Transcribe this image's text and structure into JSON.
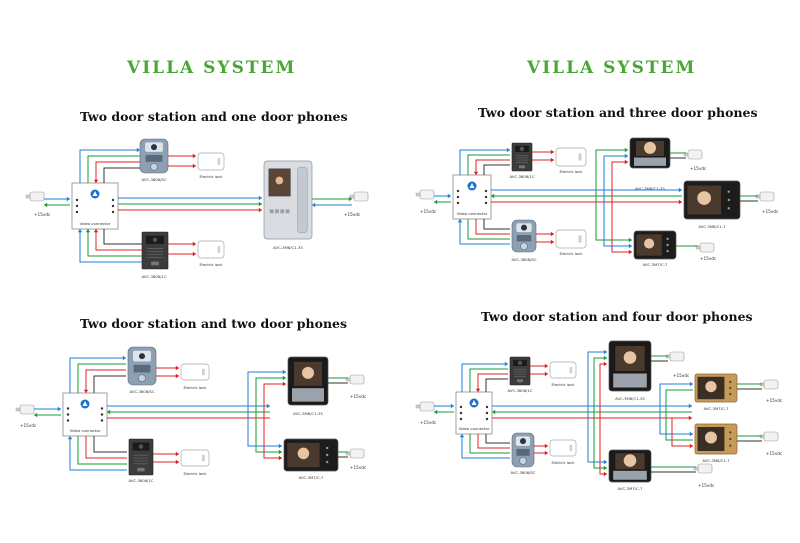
{
  "page": {
    "left_heading": "VILLA  SYSTEM",
    "right_heading": "VILLA  SYSTEM"
  },
  "colors": {
    "heading": "#4aa635",
    "wire_red": "#e02020",
    "wire_green": "#1a9a3a",
    "wire_blue": "#1e7fd8",
    "wire_dark": "#333333"
  },
  "icons": [
    "power-adapter-icon",
    "distributor-box-icon",
    "door-station-icon",
    "electric-lock-icon",
    "monitor-icon"
  ],
  "sections": [
    {
      "title": "Two door station and one door phones",
      "distributor": "Video connector",
      "door_stations": [
        {
          "label": "AVC-3808/SC",
          "lock": "Electric lock"
        },
        {
          "label": "AVC-3808/1C",
          "lock": "Electric lock"
        }
      ],
      "monitors": [
        {
          "label": "AVC-3M8/C1-35"
        }
      ],
      "power": "+15vdc"
    },
    {
      "title": "Two door station and three door phones",
      "distributor": "Video connector",
      "door_stations": [
        {
          "label": "AVC-3808/1C",
          "lock": "Electric lock"
        },
        {
          "label": "AVC-3808/SC",
          "lock": "Electric lock"
        }
      ],
      "monitors": [
        {
          "label": "AVC-3M8/C1-35"
        },
        {
          "label": "AVC-3M8/C1-7"
        },
        {
          "label": "AVC-3M7/C-7"
        }
      ],
      "power": "+15vdc"
    },
    {
      "title": "Two door station and two door phones",
      "distributor": "Video connector",
      "door_stations": [
        {
          "label": "AVC-3808/SC",
          "lock": "Electric lock"
        },
        {
          "label": "AVC-3808/1C",
          "lock": "Electric lock"
        }
      ],
      "monitors": [
        {
          "label": "AVC-3M8/C1-35"
        },
        {
          "label": "AVC-3M7/C-7"
        }
      ],
      "power": "+15vdc"
    },
    {
      "title": "Two door station and four door phones",
      "distributor": "Video connector",
      "door_stations": [
        {
          "label": "AVC-3808/1C",
          "lock": "Electric lock"
        },
        {
          "label": "AVC-3808/SC",
          "lock": "Electric lock"
        }
      ],
      "monitors": [
        {
          "label": "AVC-3M8/C1-35"
        },
        {
          "label": "AVC-3M7/C-7"
        },
        {
          "label": "AVC-3M8/C1-7"
        },
        {
          "label": "AVC-3M7/C-7"
        }
      ],
      "power": "+15vdc"
    }
  ]
}
